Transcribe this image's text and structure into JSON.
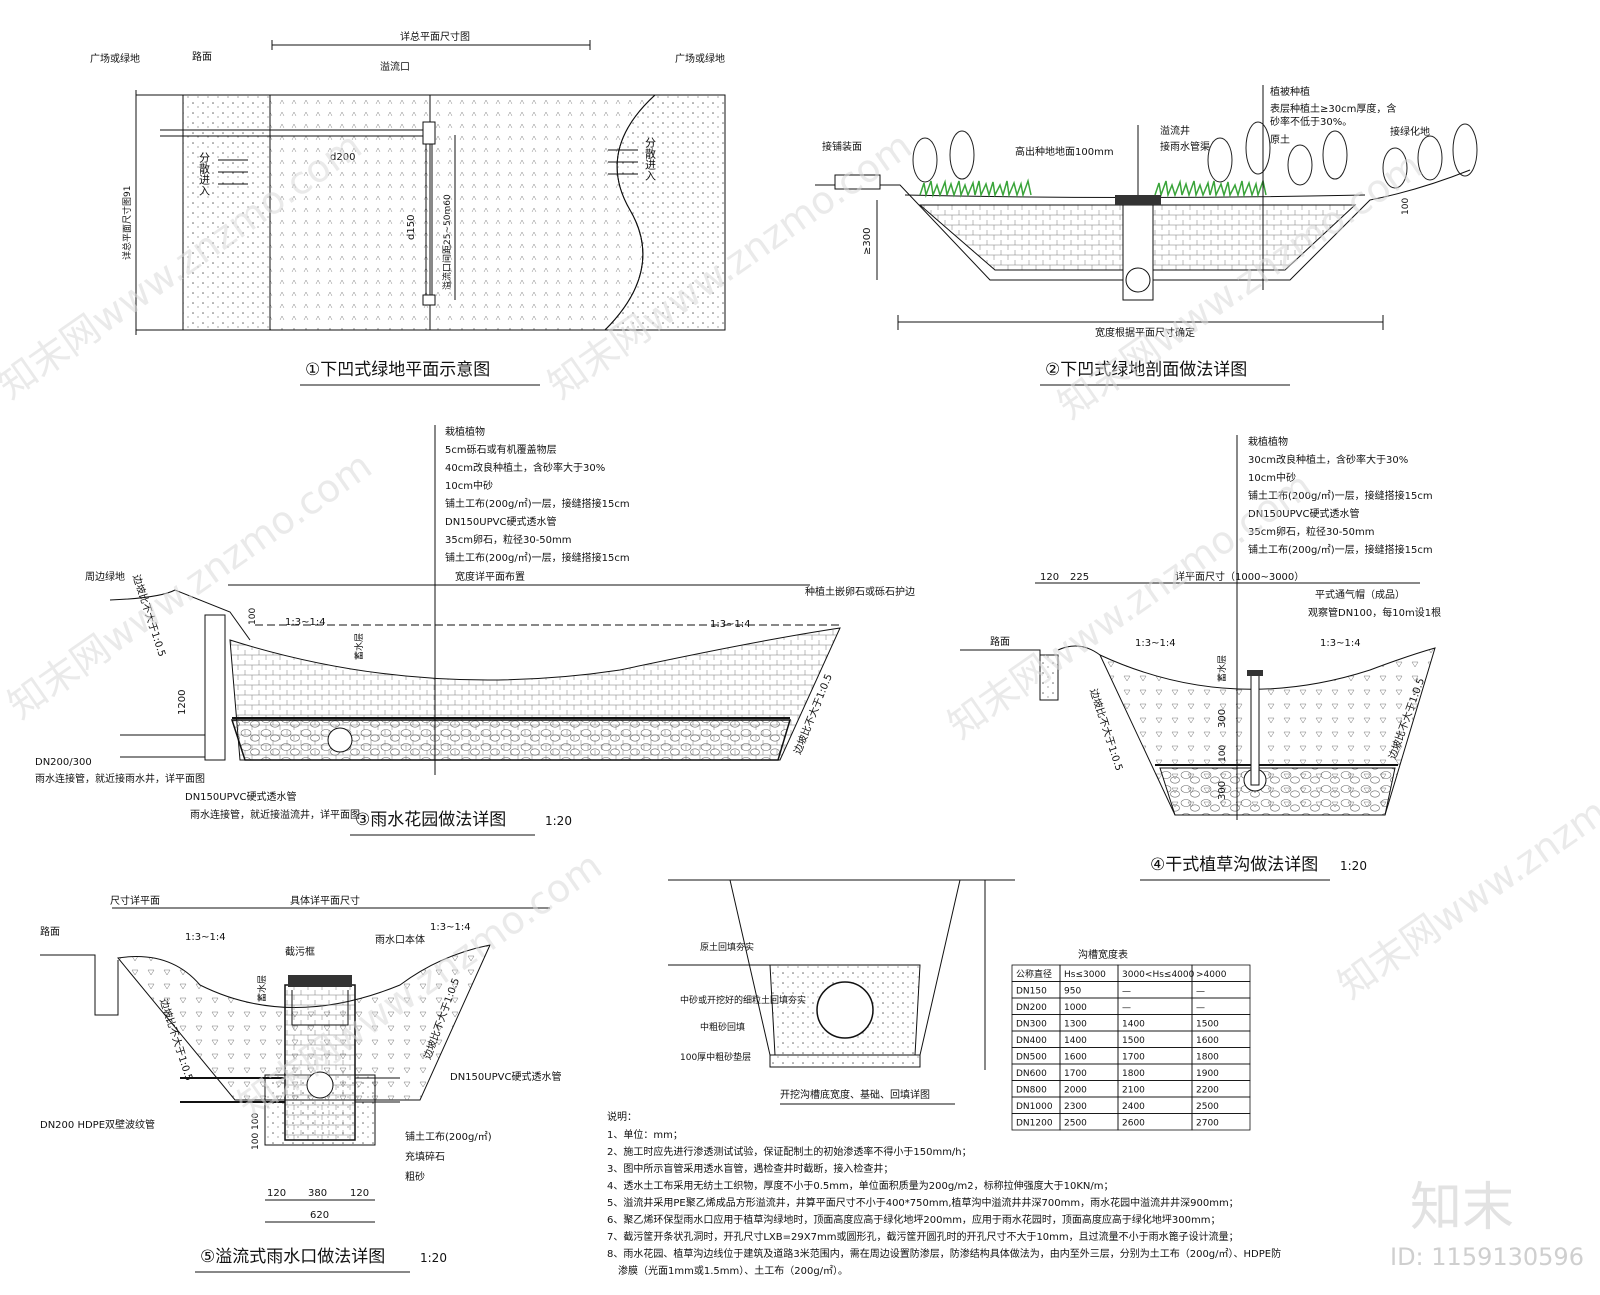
{
  "fig1": {
    "title": "①下凹式绿地平面示意图",
    "dim_top": "详总平面尺寸图",
    "dim_left": "详总平面尺寸图91",
    "label_left_area": "广场或绿地",
    "label_road": "路面",
    "label_overflow": "溢流口",
    "label_right_area": "广场或绿地",
    "label_disperse": "分散进入",
    "label_d200": "d200",
    "label_d150": "d150",
    "label_spacing": "溢流口间距25~50m60"
  },
  "fig2": {
    "title": "②下凹式绿地剖面做法详图",
    "labels": [
      "植被种植",
      "表层种植土≥30cm厚度，含",
      "砂率不低于30%。",
      "原土"
    ],
    "label_paving": "接铺装面",
    "label_overflow_well": "溢流井",
    "label_connect": "接雨水管渠",
    "label_height": "高出种地地面100mm",
    "label_connect_green": "接绿化地",
    "label_depth": "≥300",
    "label_100": "100",
    "label_width": "宽度根据平面尺寸确定"
  },
  "fig3": {
    "title": "③雨水花园做法详图",
    "scale": "1:20",
    "layers": [
      "栽植植物",
      "5cm砾石或有机覆盖物层",
      "40cm改良种植土，含砂率大于30%",
      "10cm中砂",
      "铺土工布(200g/㎡)一层，接缝搭接15cm",
      "DN150UPVC硬式透水管",
      "35cm卵石，粒径30-50mm",
      "铺土工布(200g/㎡)一层，接缝搭接15cm"
    ],
    "label_surround": "周边绿地",
    "label_width": "宽度详平面布置",
    "label_edge": "种植土嵌卵石或砾石护边",
    "label_slope1": "1:3~1:4",
    "label_slope2": "1:3~1:4",
    "label_store": "蓄水层",
    "label_side_slope": "边坡比不大于1:0.5",
    "label_100": "100",
    "label_1200": "1200",
    "label_dn": "DN200/300",
    "label_pipe_note": "雨水连接管，就近接雨水井，详平面图",
    "label_perf_pipe": "DN150UPVC硬式透水管",
    "label_perf_note": "雨水连接管，就近接溢流井，详平面图"
  },
  "fig4": {
    "title": "④干式植草沟做法详图",
    "scale": "1:20",
    "layers": [
      "栽植植物",
      "30cm改良种植土，含砂率大于30%",
      "10cm中砂",
      "铺土工布(200g/㎡)一层，接缝搭接15cm",
      "DN150UPVC硬式透水管",
      "35cm卵石，粒径30-50mm",
      "铺土工布(200g/㎡)一层，接缝搭接15cm"
    ],
    "dim_120": "120",
    "dim_225": "225",
    "dim_main": "详平面尺寸（1000~3000）",
    "label_cap": "平式通气帽（成品）",
    "label_obs": "观察管DN100，每10m设1根",
    "label_road": "路面",
    "label_slope1": "1:3~1:4",
    "label_slope2": "1:3~1:4",
    "label_store": "蓄水层",
    "label_300a": "300",
    "label_100": "100",
    "label_300b": "300",
    "label_side": "边坡比不大于1:0.5"
  },
  "fig5": {
    "title": "⑤溢流式雨水口做法详图",
    "scale": "1:20",
    "dim_left": "尺寸详平面",
    "dim_main": "具体详平面尺寸",
    "label_road": "路面",
    "label_slope1": "1:3~1:4",
    "label_slope2": "1:3~1:4",
    "label_trap": "截污框",
    "label_body": "雨水口本体",
    "label_store": "蓄水层",
    "label_side": "边坡比不大于1:0.5",
    "label_perf": "DN150UPVC硬式透水管",
    "label_hdpe": "DN200 HDPE双壁波纹管",
    "label_geo": "铺土工布(200g/㎡)",
    "label_gravel": "充填碎石",
    "label_sand": "粗砂",
    "dim_120a": "120",
    "dim_380": "380",
    "dim_120b": "120",
    "dim_620": "620",
    "dim_100a": "100",
    "dim_100b": "100"
  },
  "trench": {
    "caption": "开挖沟槽底宽度、基础、回填详图",
    "labels": [
      "原土回填夯实",
      "中砂或开挖好的细粒土回填夯实",
      "中粗砂回填",
      "100厚中粗砂垫层"
    ]
  },
  "table": {
    "title": "沟槽宽度表",
    "headers": [
      "公称直径",
      "Hs≤3000",
      "3000<Hs≤4000",
      ">4000"
    ],
    "rows": [
      [
        "DN150",
        "950",
        "—",
        "—"
      ],
      [
        "DN200",
        "1000",
        "—",
        "—"
      ],
      [
        "DN300",
        "1300",
        "1400",
        "1500"
      ],
      [
        "DN400",
        "1400",
        "1500",
        "1600"
      ],
      [
        "DN500",
        "1600",
        "1700",
        "1800"
      ],
      [
        "DN600",
        "1700",
        "1800",
        "1900"
      ],
      [
        "DN800",
        "2000",
        "2100",
        "2200"
      ],
      [
        "DN1000",
        "2300",
        "2400",
        "2500"
      ],
      [
        "DN1200",
        "2500",
        "2600",
        "2700"
      ]
    ]
  },
  "notes": {
    "heading": "说明：",
    "items": [
      "1、单位：mm；",
      "2、施工时应先进行渗透测试试验，保证配制土的初始渗透率不得小于150mm/h；",
      "3、图中所示盲管采用透水盲管，遇检查井时截断，接入检查井；",
      "4、透水土工布采用无纺土工织物，厚度不小于0.5mm，单位面积质量为200g/m2，标称拉伸强度大于10KN/m；",
      "5、溢流井采用PE聚乙烯成品方形溢流井，井算平面尺寸不小于400*750mm,植草沟中溢流井井深700mm，雨水花园中溢流井井深900mm；",
      "6、聚乙烯环保型雨水口应用于植草沟绿地时，顶面高度应高于绿化地坪200mm，应用于雨水花园时，顶面高度应高于绿化地坪300mm；",
      "7、截污筐开条状孔洞时，开孔尺寸LXB=29X7mm或圆形孔，截污筐开圆孔时的开孔尺寸不大于10mm，且过流量不小于雨水篦子设计流量；",
      "8、雨水花园、植草沟边线位于建筑及道路3米范围内，需在周边设置防渗层，防渗结构具体做法为，由内至外三层，分别为土工布（200g/㎡）、HDPE防",
      "渗膜（光面1mm或1.5mm）、土工布（200g/㎡）。"
    ]
  },
  "brand": {
    "logo": "知末",
    "id": "ID: 1159130596",
    "watermark": "知末网www.znzmo.com"
  }
}
